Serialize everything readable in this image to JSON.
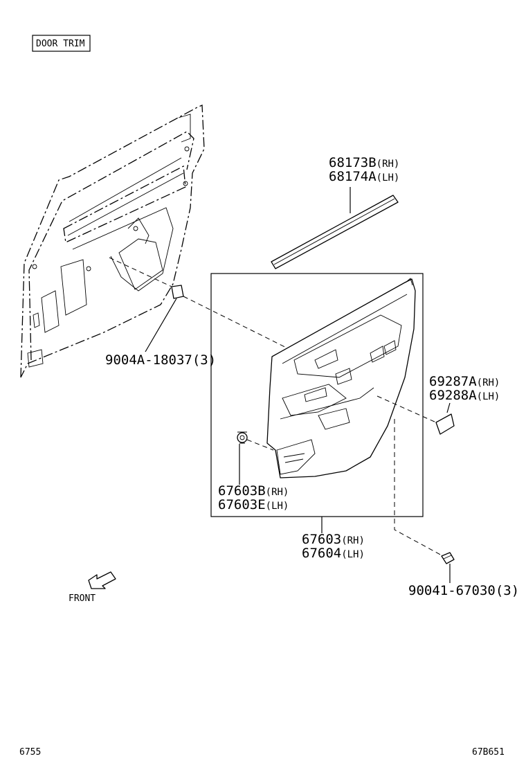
{
  "title": "DOOR TRIM",
  "front_label": "FRONT",
  "footer": {
    "left": "6755",
    "right": "67B651"
  },
  "callouts": {
    "weatherstrip": {
      "rh": "68173B",
      "rh_sfx": "(RH)",
      "lh": "68174A",
      "lh_sfx": "(LH)"
    },
    "clip_a": {
      "part": "9004A-18037(3)"
    },
    "cover": {
      "rh": "69287A",
      "rh_sfx": "(RH)",
      "lh": "69288A",
      "lh_sfx": "(LH)"
    },
    "retainer": {
      "rh": "67603B",
      "rh_sfx": "(RH)",
      "lh": "67603E",
      "lh_sfx": "(LH)"
    },
    "panel": {
      "rh": "67603",
      "rh_sfx": "(RH)",
      "lh": "67604",
      "lh_sfx": "(LH)"
    },
    "screw": {
      "part": "90041-67030(3)"
    }
  }
}
